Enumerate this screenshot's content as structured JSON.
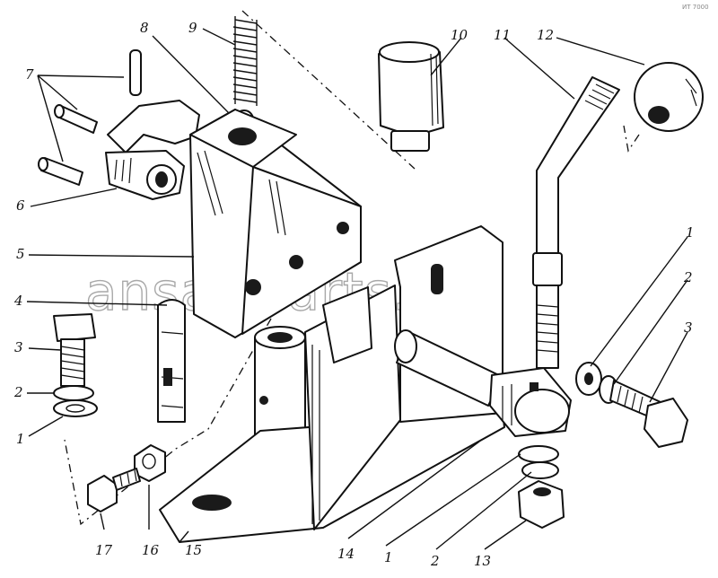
{
  "watermark": "ansat-parts.ru",
  "corner_mark": "ИТ 7000",
  "labels": {
    "l7": "7",
    "l8": "8",
    "l9": "9",
    "l10": "10",
    "l11": "11",
    "l12": "12",
    "l6": "6",
    "l5": "5",
    "l4": "4",
    "l3": "3",
    "l2": "2",
    "l1": "1",
    "r1": "1",
    "r2": "2",
    "r3": "3",
    "b17": "17",
    "b16": "16",
    "b15": "15",
    "b14": "14",
    "b1": "1",
    "b2": "2",
    "b13": "13"
  }
}
